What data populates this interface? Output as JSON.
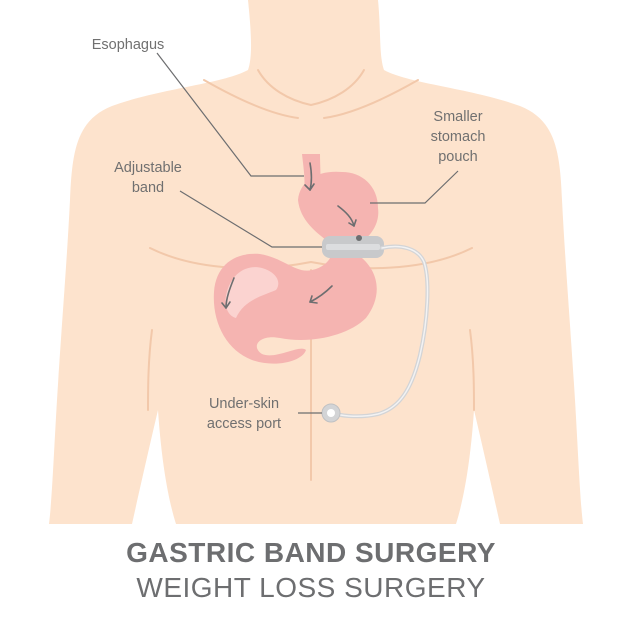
{
  "labels": {
    "esophagus": "Esophagus",
    "pouch": [
      "Smaller",
      "stomach",
      "pouch"
    ],
    "band": [
      "Adjustable",
      "band"
    ],
    "port": [
      "Under-skin",
      "access port"
    ]
  },
  "titles": {
    "main": "GASTRIC BAND SURGERY",
    "sub": "WEIGHT LOSS SURGERY"
  },
  "colors": {
    "skin": "#fde3cd",
    "skin_line": "#f2c8aa",
    "stomach": "#f5b4b1",
    "stomach_inner": "#fbd3d0",
    "band": "#c8c9cb",
    "leader": "#6d6e70",
    "arrow": "#6d6e70",
    "title": "#6d6e70"
  }
}
